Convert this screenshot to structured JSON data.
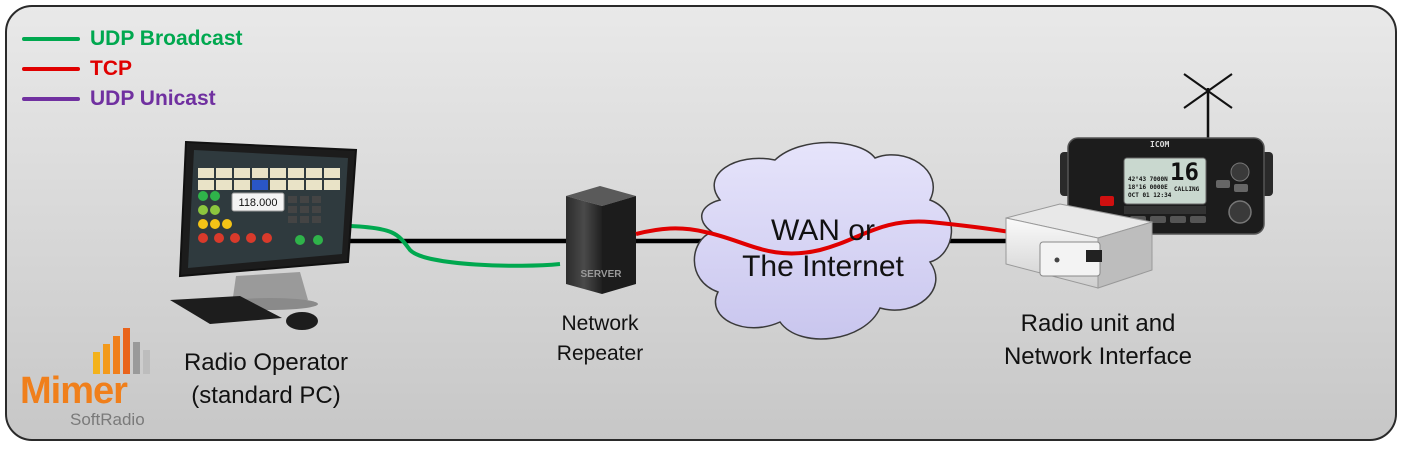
{
  "legend": [
    {
      "label": "UDP Broadcast",
      "color": "#00a84f"
    },
    {
      "label": "TCP",
      "color": "#e00000"
    },
    {
      "label": "UDP Unicast",
      "color": "#7030a0"
    }
  ],
  "nodes": {
    "operator": {
      "line1": "Radio Operator",
      "line2": "(standard PC)"
    },
    "repeater": {
      "line1": "Network",
      "line2": "Repeater",
      "server_label": "SERVER"
    },
    "wan": {
      "line1": "WAN or",
      "line2": "The Internet"
    },
    "radio": {
      "line1": "Radio unit and",
      "line2": "Network Interface"
    }
  },
  "pc_screen": {
    "frequency": "118.000"
  },
  "radio_display": {
    "brand": "ICOM",
    "channel": "16",
    "line1": "42°43 7000N",
    "line2": "18°16 0000E",
    "line3": "OCT 01 12:34",
    "calling": "CALLING"
  },
  "logo": {
    "brand": "Mimer",
    "product": "SoftRadio"
  },
  "colors": {
    "udp_broadcast": "#00a84f",
    "tcp": "#e00000",
    "udp_unicast": "#7030a0",
    "link": "#000000",
    "panel": "#d6d6d6"
  }
}
